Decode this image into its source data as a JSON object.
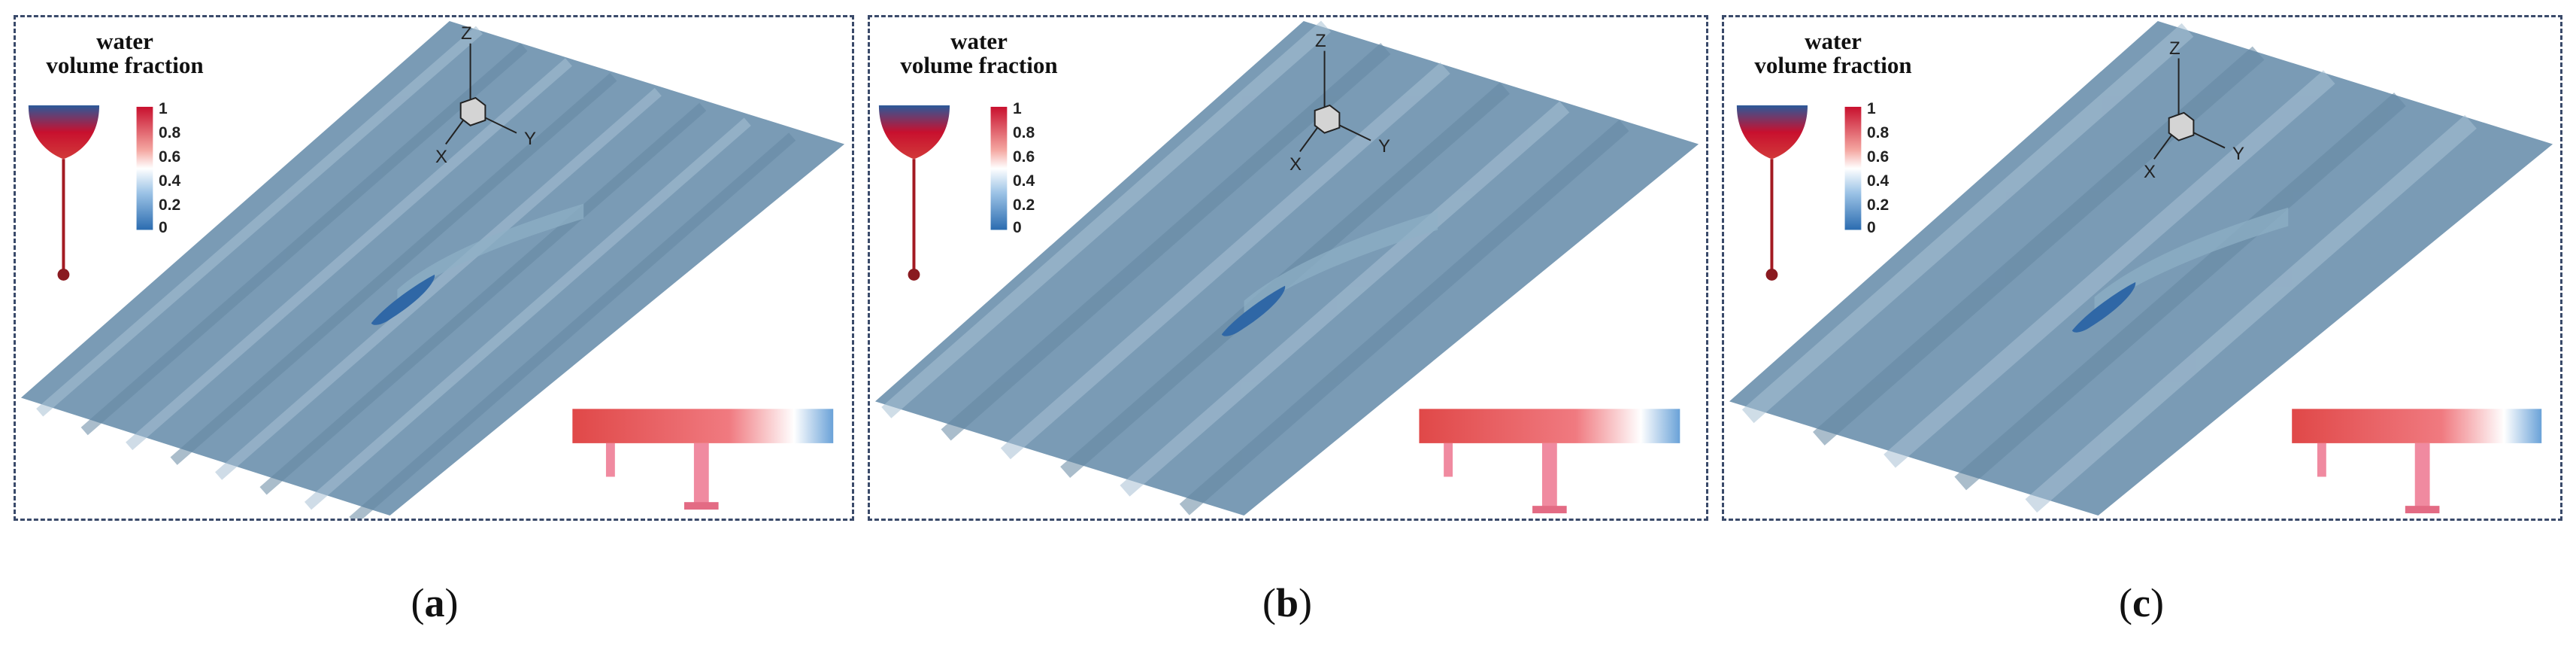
{
  "legend": {
    "title_line1": "water",
    "title_line2": "volume fraction",
    "ticks": [
      "1",
      "0.8",
      "0.6",
      "0.4",
      "0.2",
      "0"
    ]
  },
  "axes": {
    "z": "Z",
    "x": "X",
    "y": "Y"
  },
  "captions": [
    {
      "letter": "a"
    },
    {
      "letter": "b"
    },
    {
      "letter": "c"
    }
  ],
  "colors": {
    "water_surface": "#7a9bb5",
    "wave_dark": "#6688a3",
    "wave_light": "#9bb8cd",
    "hull": "#2f67a6",
    "colormap_high": "#c8102e",
    "colormap_mid": "#ffffff",
    "colormap_low": "#2b6cb0",
    "strut_pink": "#f08aa0"
  }
}
